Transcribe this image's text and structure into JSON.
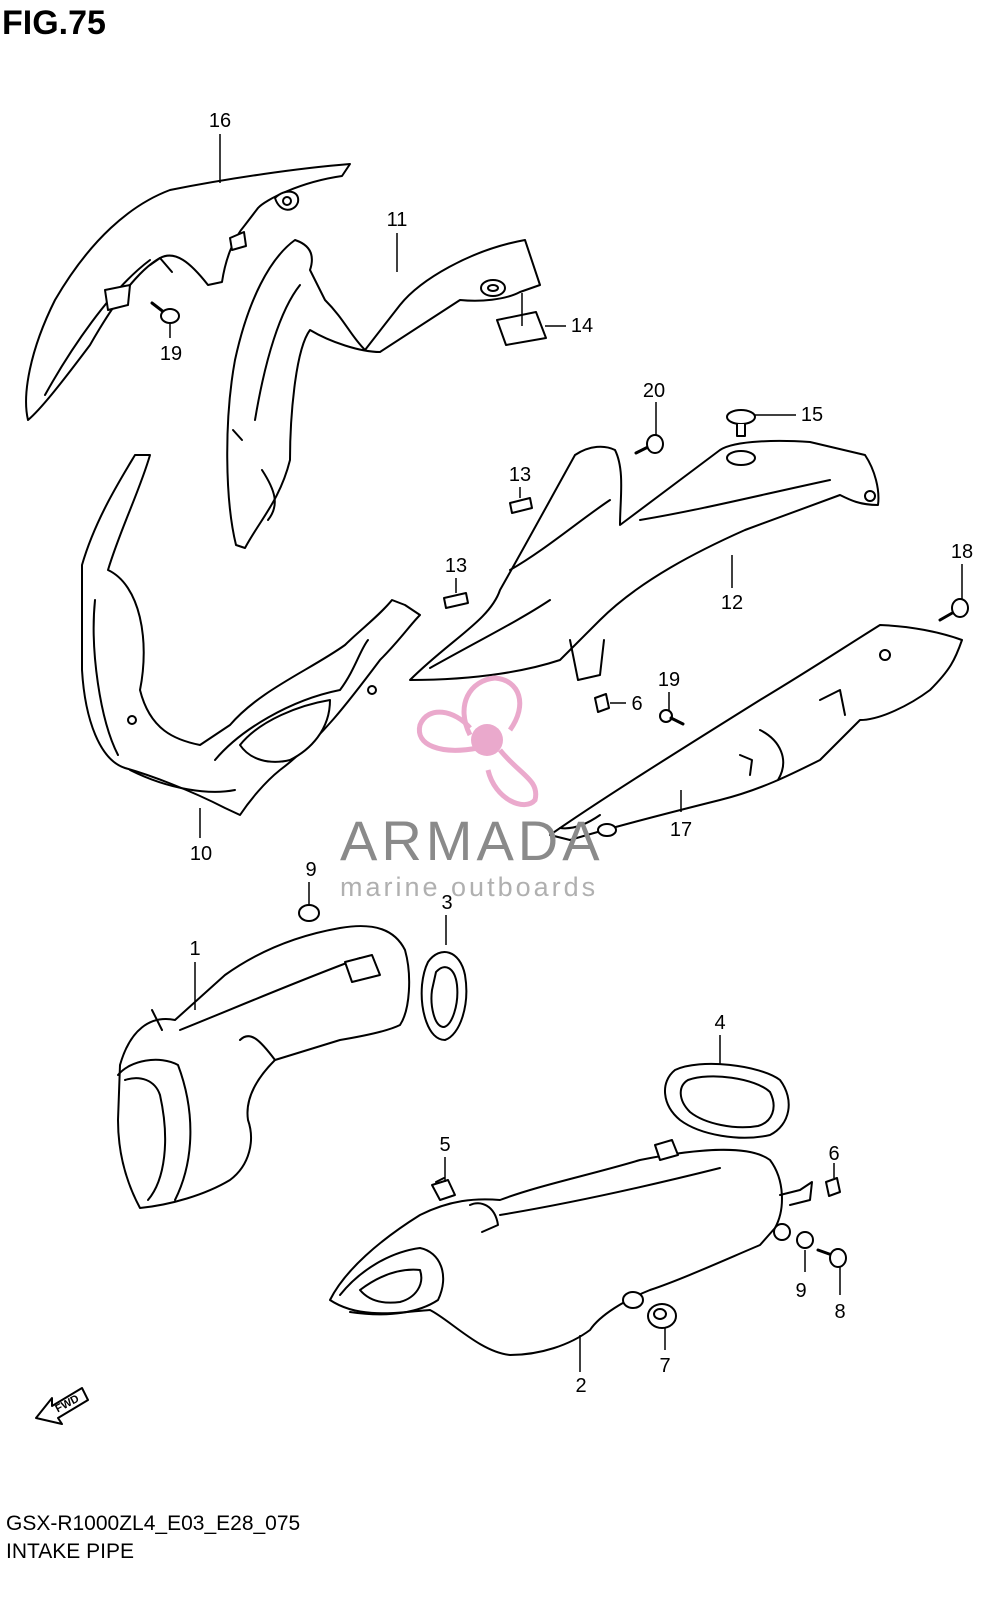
{
  "figure": {
    "title": "FIG.75",
    "code": "GSX-R1000ZL4_E03_E28_075",
    "name": "INTAKE PIPE"
  },
  "watermark": {
    "brand": "ARMADA",
    "tagline": "marine outboards",
    "logo_color": "#e79bc4"
  },
  "fwd_label": "FWD",
  "callouts": [
    {
      "name": "part-16",
      "label": "16"
    },
    {
      "name": "part-11",
      "label": "11"
    },
    {
      "name": "part-14",
      "label": "14"
    },
    {
      "name": "part-19-top",
      "label": "19"
    },
    {
      "name": "part-20",
      "label": "20"
    },
    {
      "name": "part-15",
      "label": "15"
    },
    {
      "name": "part-13-upper",
      "label": "13"
    },
    {
      "name": "part-13-lower",
      "label": "13"
    },
    {
      "name": "part-12",
      "label": "12"
    },
    {
      "name": "part-18",
      "label": "18"
    },
    {
      "name": "part-6-mid",
      "label": "6"
    },
    {
      "name": "part-19-mid",
      "label": "19"
    },
    {
      "name": "part-17",
      "label": "17"
    },
    {
      "name": "part-10",
      "label": "10"
    },
    {
      "name": "part-9-top",
      "label": "9"
    },
    {
      "name": "part-3",
      "label": "3"
    },
    {
      "name": "part-1",
      "label": "1"
    },
    {
      "name": "part-4",
      "label": "4"
    },
    {
      "name": "part-5",
      "label": "5"
    },
    {
      "name": "part-6-low",
      "label": "6"
    },
    {
      "name": "part-9-low",
      "label": "9"
    },
    {
      "name": "part-8",
      "label": "8"
    },
    {
      "name": "part-7",
      "label": "7"
    },
    {
      "name": "part-2",
      "label": "2"
    }
  ]
}
